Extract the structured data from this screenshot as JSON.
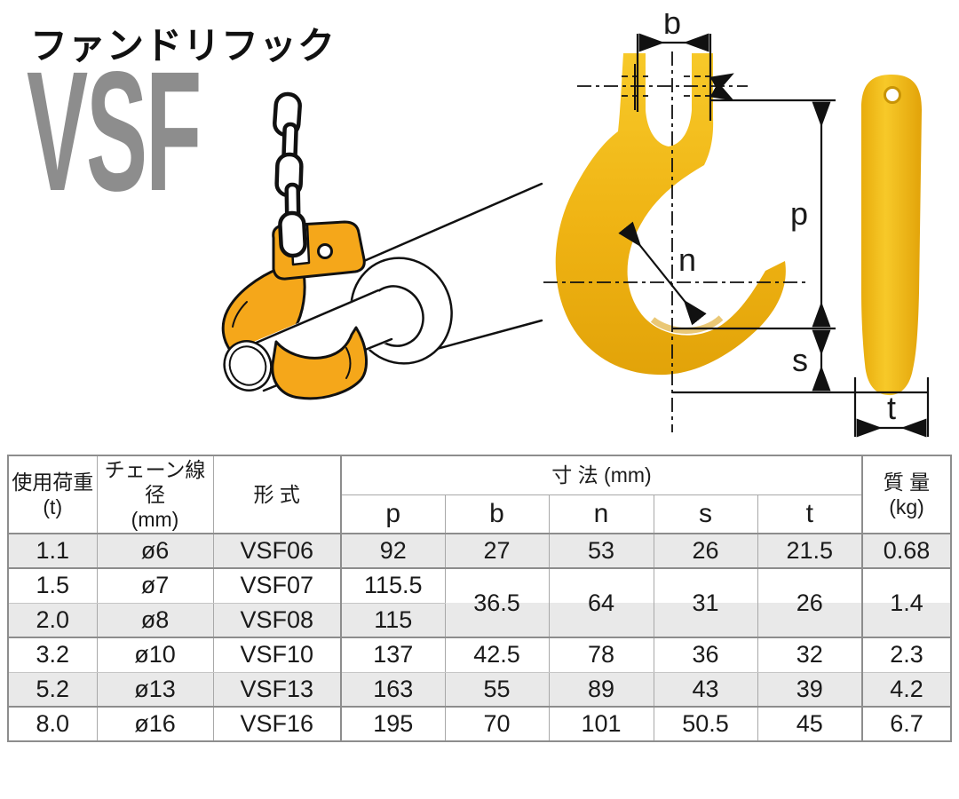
{
  "header": {
    "title": "ファンドリフック",
    "model_code": "VSF",
    "model_color": "#8d8d8d"
  },
  "diagram": {
    "labels": {
      "b": "b",
      "p": "p",
      "n": "n",
      "s": "s",
      "t": "t"
    },
    "hook_gold": "#F2BB17",
    "hook_orange": "#F5A71A"
  },
  "table": {
    "col_load_line1": "使用荷重",
    "col_load_line2": "(t)",
    "col_chain_line1": "チェーン線径",
    "col_chain_line2": "(mm)",
    "col_model": "形 式",
    "col_dims": "寸 法 (mm)",
    "dim_cols": [
      "p",
      "b",
      "n",
      "s",
      "t"
    ],
    "col_mass_line1": "質 量",
    "col_mass_line2": "(kg)",
    "rows": [
      {
        "load": "1.1",
        "chain": "ø6",
        "model": "VSF06",
        "p": "92",
        "b": "27",
        "n": "53",
        "s": "26",
        "t": "21.5",
        "kg": "0.68"
      },
      {
        "load": "1.5",
        "chain": "ø7",
        "model": "VSF07",
        "p": "115.5",
        "b": "36.5",
        "n": "64",
        "s": "31",
        "t": "26",
        "kg": "1.4"
      },
      {
        "load": "2.0",
        "chain": "ø8",
        "model": "VSF08",
        "p": "115"
      },
      {
        "load": "3.2",
        "chain": "ø10",
        "model": "VSF10",
        "p": "137",
        "b": "42.5",
        "n": "78",
        "s": "36",
        "t": "32",
        "kg": "2.3"
      },
      {
        "load": "5.2",
        "chain": "ø13",
        "model": "VSF13",
        "p": "163",
        "b": "55",
        "n": "89",
        "s": "43",
        "t": "39",
        "kg": "4.2"
      },
      {
        "load": "8.0",
        "chain": "ø16",
        "model": "VSF16",
        "p": "195",
        "b": "70",
        "n": "101",
        "s": "50.5",
        "t": "45",
        "kg": "6.7"
      }
    ]
  }
}
